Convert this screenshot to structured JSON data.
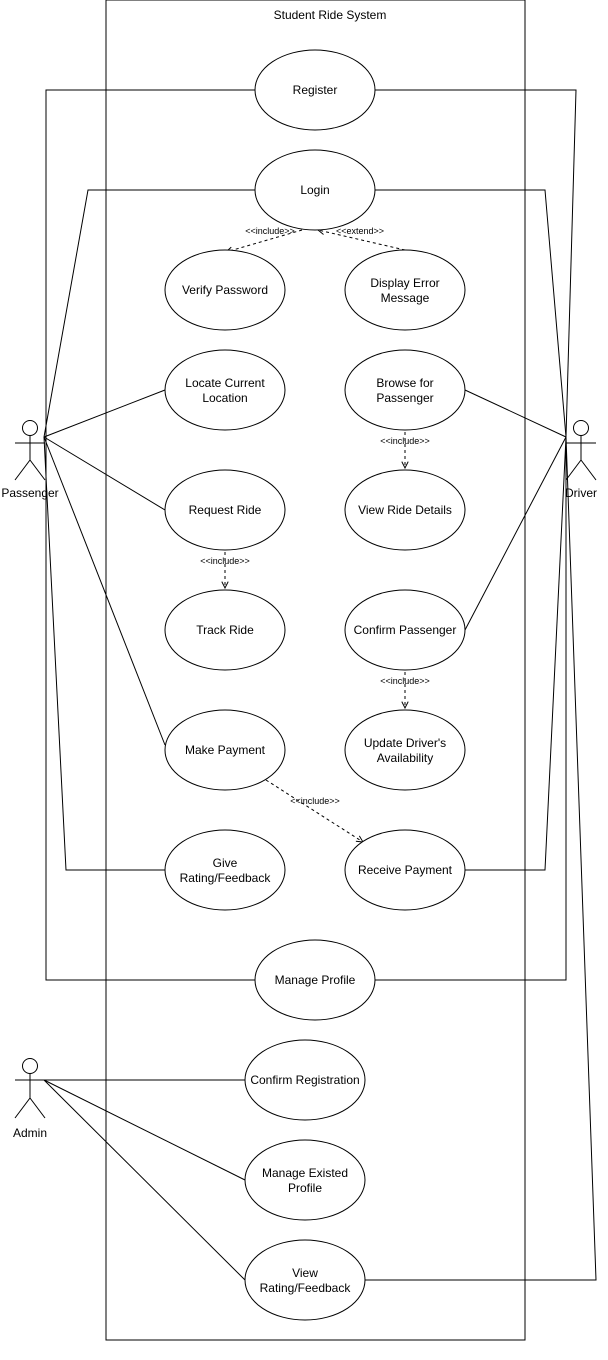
{
  "system": {
    "title": "Student Ride System"
  },
  "actors": {
    "passenger": "Passenger",
    "driver": "Driver",
    "admin": "Admin"
  },
  "usecases": {
    "register": [
      "Register"
    ],
    "login": [
      "Login"
    ],
    "verify_password": [
      "Verify Password"
    ],
    "display_error": [
      "Display Error",
      "Message"
    ],
    "locate_location": [
      "Locate Current",
      "Location"
    ],
    "browse_passenger": [
      "Browse for",
      "Passenger"
    ],
    "request_ride": [
      "Request Ride"
    ],
    "view_ride_details": [
      "View Ride Details"
    ],
    "track_ride": [
      "Track Ride"
    ],
    "confirm_passenger": [
      "Confirm Passenger"
    ],
    "make_payment": [
      "Make Payment"
    ],
    "update_availability": [
      "Update Driver's",
      "Availability"
    ],
    "give_rating": [
      "Give",
      "Rating/Feedback"
    ],
    "receive_payment": [
      "Receive Payment"
    ],
    "manage_profile": [
      "Manage Profile"
    ],
    "confirm_registration": [
      "Confirm Registration"
    ],
    "manage_existed_profile": [
      "Manage Existed",
      "Profile"
    ],
    "view_rating": [
      "View",
      "Rating/Feedback"
    ]
  },
  "relations": {
    "include_verify": "<<include>>",
    "extend_error": "<<extend>>",
    "include_view_details": "<<include>>",
    "include_track": "<<include>>",
    "include_update": "<<include>>",
    "include_receive": "<<include>>"
  }
}
